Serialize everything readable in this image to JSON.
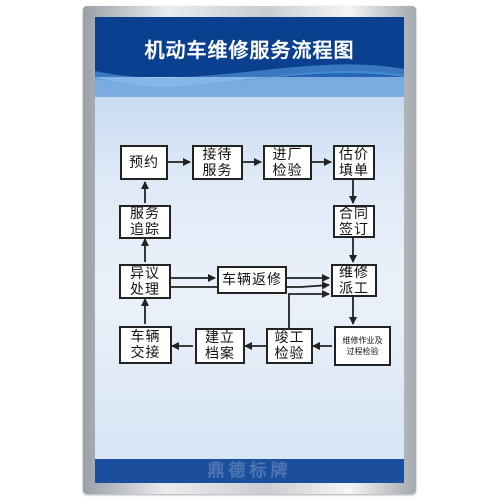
{
  "title": "机动车维修服务流程图",
  "watermark": "鼎德标牌",
  "colors": {
    "banner": "#0b3f8f",
    "panel": "#dfeaf7",
    "box_border": "#222222",
    "arrow": "#222222"
  },
  "nodes": {
    "appointment": "预约",
    "reception": "接待\n服务",
    "intake": "进厂\n检验",
    "estimate": "估价\n填单",
    "contract": "合同\n签订",
    "dispatch": "维修\n派工",
    "process_check": "维修作业及\n过程检验",
    "completion": "竣工\n检验",
    "archive": "建立\n档案",
    "handover": "车辆\n交接",
    "objection": "异议\n处理",
    "rework": "车辆返修",
    "followup": "服务\n追踪"
  }
}
